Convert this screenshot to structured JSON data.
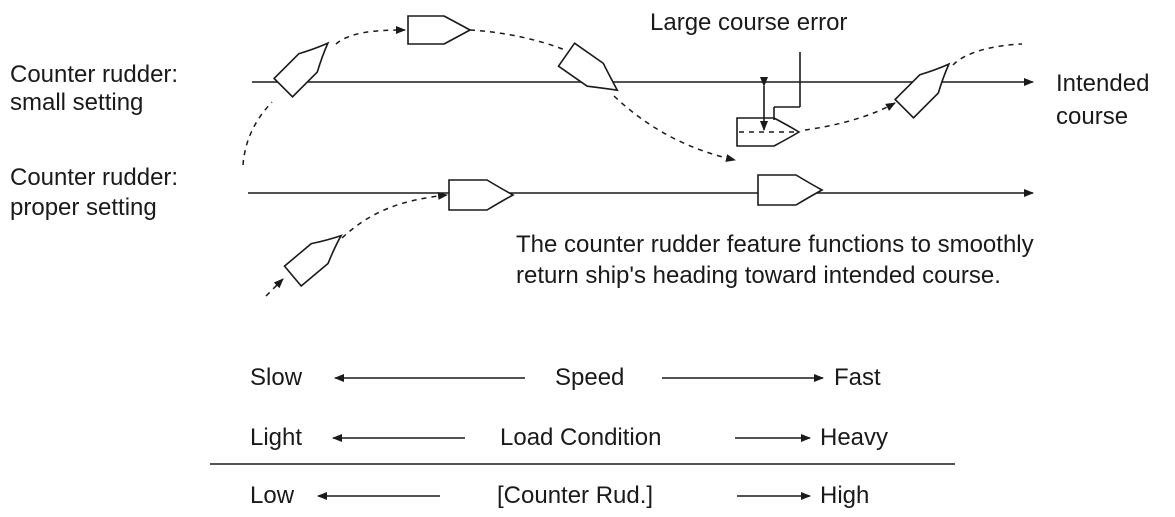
{
  "diagram": {
    "small_setting_label": [
      "Counter rudder:",
      "small setting"
    ],
    "proper_setting_label": [
      "Counter rudder:",
      "proper setting"
    ],
    "large_error_label": "Large course error",
    "intended_course_label": [
      "Intended",
      "course"
    ],
    "description": [
      "The counter rudder feature functions to smoothly",
      "return ship's heading toward intended course."
    ]
  },
  "scales": [
    {
      "left": "Slow",
      "center": "Speed",
      "right": "Fast"
    },
    {
      "left": "Light",
      "center": "Load Condition",
      "right": "Heavy"
    },
    {
      "left": "Low",
      "center": "[Counter Rud.]",
      "right": "High"
    }
  ]
}
